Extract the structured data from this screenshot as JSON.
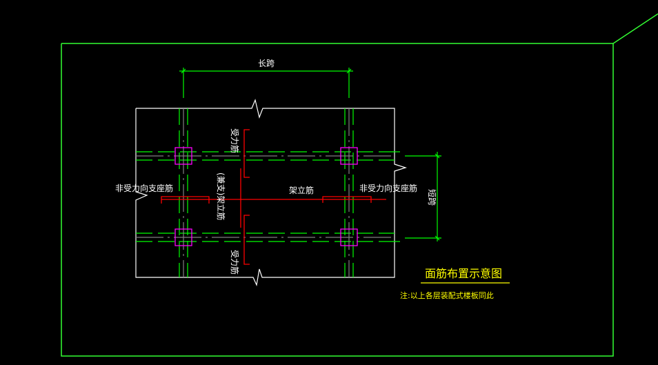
{
  "drawing": {
    "title": "面筋布置示意图",
    "note": "注:以上各层装配式楼板同此",
    "labels": {
      "long_span": "长跨",
      "short_span": "短跨",
      "non_stressed_left": "非受力向支座筋",
      "non_stressed_right": "非受力向支座筋",
      "erection_bar": "架立筋",
      "erection_bar_optional": "(兼支)架立筋",
      "stressed_top": "受力筋",
      "stressed_bottom": "受力筋"
    },
    "colors": {
      "background": "#000000",
      "frame": "#33ff33",
      "slab_outline": "#ffffff",
      "beam_line": "#00ff00",
      "axis_line": "#808080",
      "rebar": "#ff0000",
      "column": "#ff00ff",
      "title_text": "#ffff00",
      "label_text": "#ffffff"
    }
  }
}
